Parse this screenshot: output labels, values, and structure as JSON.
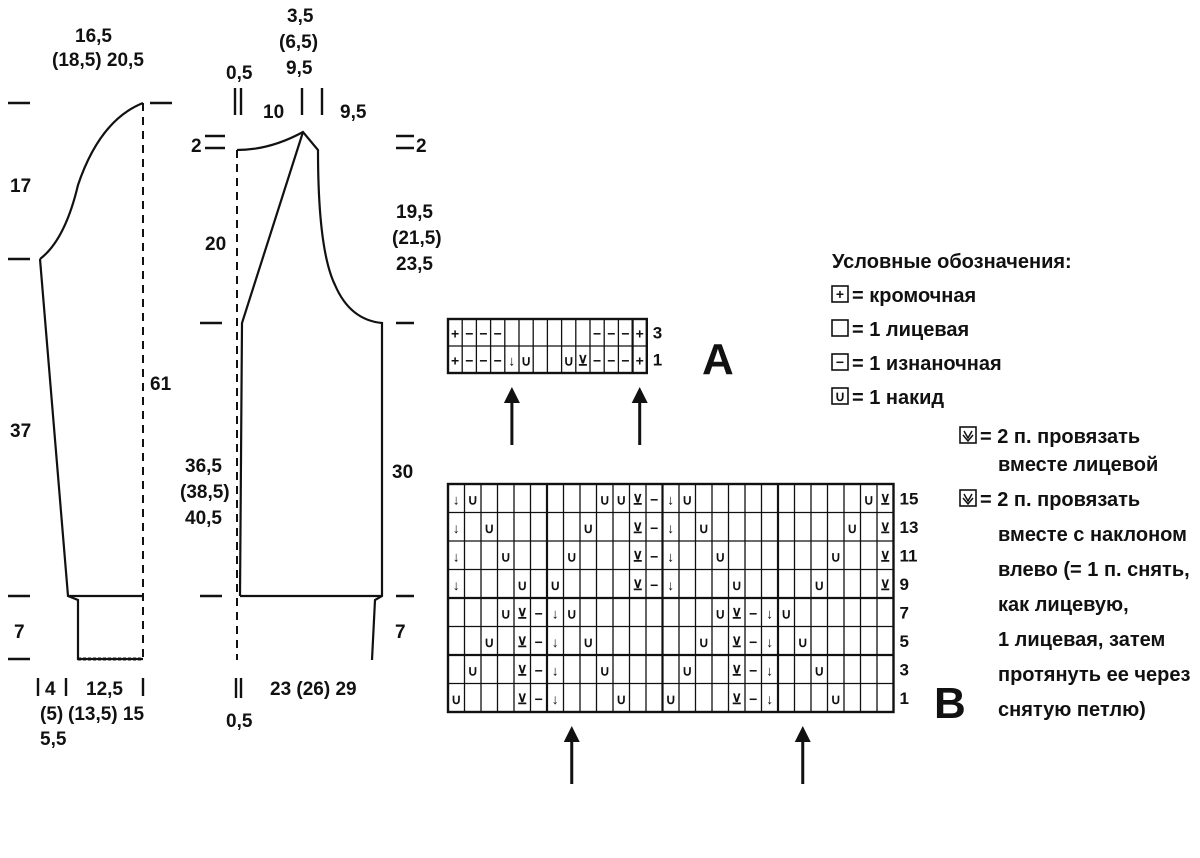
{
  "sleeve": {
    "top_width": "16,5",
    "top_width_sizes": "(18,5) 20,5",
    "cap_height": "17",
    "arm_length": "37",
    "total_length": "61",
    "cuff_height": "7",
    "bottom_offset": "4",
    "bottom_offset_sizes_1": "(5)",
    "bottom_offset_sizes_2": "5,5",
    "bottom_width": "12,5",
    "bottom_width_sizes": "(13,5) 15"
  },
  "body": {
    "neck_top_1": "3,5",
    "neck_top_2": "(6,5)",
    "neck_top_3": "9,5",
    "front_edge": "0,5",
    "left_shoulder": "10",
    "right_shoulder": "9,5",
    "shoulder_drop_left": "2",
    "shoulder_drop_right": "2",
    "raglan_left": "20",
    "armhole_1": "19,5",
    "armhole_2": "(21,5)",
    "armhole_3": "23,5",
    "length_left_1": "36,5",
    "length_left_2": "(38,5)",
    "length_left_3": "40,5",
    "length_right": "30",
    "hem_height": "7",
    "bottom_edge": "0,5",
    "bottom_width": "23 (26) 29"
  },
  "legend": {
    "title": "Условные обозначения:",
    "items": [
      {
        "symbol": "+",
        "text": "= кромочная"
      },
      {
        "symbol": "",
        "text": "= 1 лицевая"
      },
      {
        "symbol": "−",
        "text": "= 1 изнаночная"
      },
      {
        "symbol": "∪",
        "text": "= 1 накид"
      }
    ],
    "k2tog_lines": [
      "= 2 п. провязать",
      "вместе лицевой"
    ],
    "ssk_lines": [
      "= 2 п. провязать",
      "вместе с наклоном",
      "влево (= 1 п. снять,",
      "как лицевую,",
      "1 лицевая, затем",
      "протянуть ее через",
      "снятую петлю)"
    ]
  },
  "chart_a": {
    "label": "A",
    "row_numbers": [
      "3",
      "1"
    ],
    "rows": [
      [
        "+",
        "−",
        "−",
        "−",
        "",
        "",
        "",
        "",
        "",
        "",
        "−",
        "−",
        "−",
        "+"
      ],
      [
        "+",
        "−",
        "−",
        "−",
        "↓",
        "∪",
        "",
        "",
        "∪",
        "⊻",
        "−",
        "−",
        "−",
        "+"
      ]
    ]
  },
  "chart_b": {
    "label": "B",
    "row_numbers": [
      "15",
      "13",
      "11",
      "9",
      "7",
      "5",
      "3",
      "1"
    ],
    "rows": [
      [
        "↓",
        "∪",
        "",
        "",
        "",
        "",
        "",
        "",
        "",
        "∪",
        "∪",
        "⊻",
        "−",
        "↓",
        "∪",
        "",
        "",
        "",
        "",
        "",
        "",
        "",
        "",
        "",
        "",
        "∪",
        "⊻"
      ],
      [
        "↓",
        "",
        "∪",
        "",
        "",
        "",
        "",
        "",
        "∪",
        "",
        "",
        "⊻",
        "−",
        "↓",
        "",
        "∪",
        "",
        "",
        "",
        "",
        "",
        "",
        "",
        "",
        "∪",
        "",
        "⊻"
      ],
      [
        "↓",
        "",
        "",
        "∪",
        "",
        "",
        "",
        "∪",
        "",
        "",
        "",
        "⊻",
        "−",
        "↓",
        "",
        "",
        "∪",
        "",
        "",
        "",
        "",
        "",
        "",
        "∪",
        "",
        "",
        "⊻"
      ],
      [
        "↓",
        "",
        "",
        "",
        "∪",
        "",
        "∪",
        "",
        "",
        "",
        "",
        "⊻",
        "−",
        "↓",
        "",
        "",
        "",
        "∪",
        "",
        "",
        "",
        "",
        "∪",
        "",
        "",
        "",
        "⊻"
      ],
      [
        "",
        "",
        "",
        "∪",
        "⊻",
        "−",
        "↓",
        "∪",
        "",
        "",
        "",
        "",
        "",
        "",
        "",
        "",
        "∪",
        "⊻",
        "−",
        "↓",
        "∪",
        "",
        "",
        "",
        "",
        "",
        ""
      ],
      [
        "",
        "",
        "∪",
        "",
        "⊻",
        "−",
        "↓",
        "",
        "∪",
        "",
        "",
        "",
        "",
        "",
        "",
        "∪",
        "",
        "⊻",
        "−",
        "↓",
        "",
        "∪",
        "",
        "",
        "",
        "",
        ""
      ],
      [
        "",
        "∪",
        "",
        "",
        "⊻",
        "−",
        "↓",
        "",
        "",
        "∪",
        "",
        "",
        "",
        "",
        "∪",
        "",
        "",
        "⊻",
        "−",
        "↓",
        "",
        "",
        "∪",
        "",
        "",
        "",
        ""
      ],
      [
        "∪",
        "",
        "",
        "",
        "⊻",
        "−",
        "↓",
        "",
        "",
        "",
        "∪",
        "",
        "",
        "∪",
        "",
        "",
        "",
        "⊻",
        "−",
        "↓",
        "",
        "",
        "",
        "∪",
        "",
        "",
        ""
      ]
    ]
  }
}
